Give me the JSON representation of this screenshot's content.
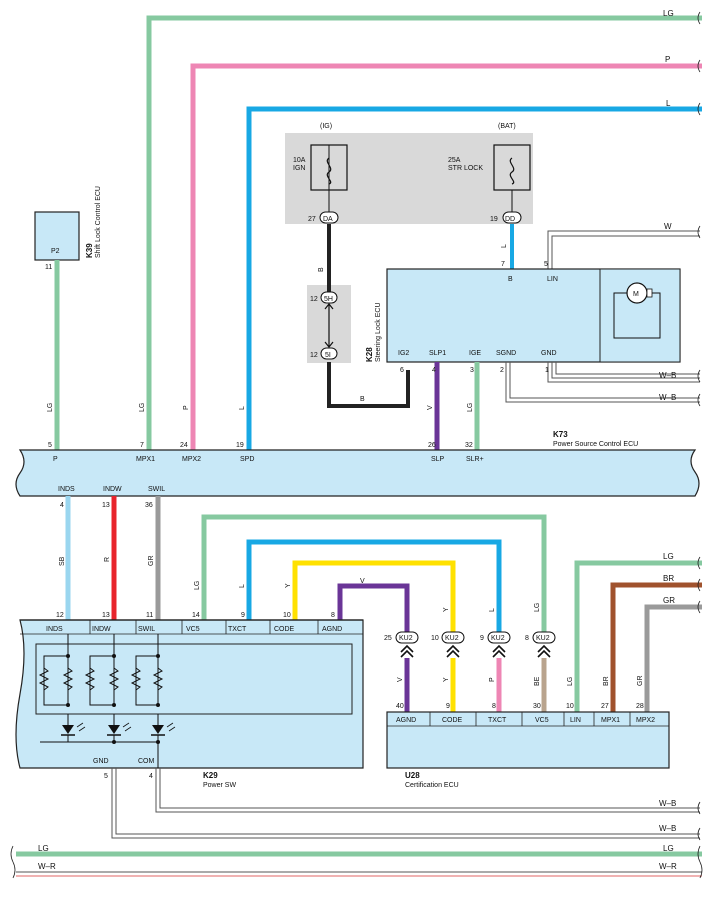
{
  "wire_codes": {
    "lg": "LG",
    "p": "P",
    "l": "L",
    "w": "W",
    "b": "B",
    "v": "V",
    "wb": "W–B",
    "sb": "SB",
    "r": "R",
    "gr": "GR",
    "y": "Y",
    "be": "BE",
    "br": "BR",
    "wr": "W–R"
  },
  "colors": {
    "LG": "#86c9a0",
    "P": "#ee86b4",
    "L": "#18a8e4",
    "B": "#222222",
    "V": "#6a3597",
    "SB": "#9ad6ef",
    "R": "#e8242c",
    "GR": "#9a9a9a",
    "Y": "#ffe100",
    "BE": "#b9a48e",
    "BR": "#a0522d",
    "ecu_fill": "#c8e8f7",
    "fuse_box": "#d9d9d9"
  },
  "fuses": {
    "ign": {
      "supply": "(IG)",
      "rating": "10A",
      "name": "IGN",
      "pin": "27",
      "connector": "DA"
    },
    "str": {
      "supply": "(BAT)",
      "rating": "25A",
      "name": "STR LOCK",
      "pin": "19",
      "connector": "DD"
    }
  },
  "junction": {
    "pin_top": "12",
    "conn_top": "5H",
    "pin_bottom": "12",
    "conn_bottom": "5I"
  },
  "k39": {
    "code": "K39",
    "name": "Shift Lock Control ECU",
    "terminal": "P2",
    "pin": "11"
  },
  "k28": {
    "code": "K28",
    "name": "Steering Lock ECU",
    "top_terms": {
      "b": "B",
      "lin": "LIN"
    },
    "top_pins": {
      "b": "7",
      "lin": "5"
    },
    "bottom_terms": {
      "ig2": "IG2",
      "slp1": "SLP1",
      "ige": "IGE",
      "sgnd": "SGND",
      "gnd": "GND"
    },
    "bottom_pins": {
      "ig2": "6",
      "slp1": "4",
      "ige": "3",
      "sgnd": "2",
      "gnd": "1"
    },
    "motor": "M"
  },
  "k73": {
    "code": "K73",
    "name": "Power Source Control ECU",
    "top_terms": {
      "p": "P",
      "mpx1": "MPX1",
      "mpx2": "MPX2",
      "spd": "SPD",
      "slp": "SLP",
      "slr": "SLR+"
    },
    "top_pins": {
      "p": "5",
      "mpx1": "7",
      "mpx2": "24",
      "spd": "19",
      "slp": "26",
      "slr": "32"
    },
    "bottom_terms": {
      "inds": "INDS",
      "indw": "INDW",
      "swil": "SWIL"
    },
    "bottom_pins": {
      "inds": "4",
      "indw": "13",
      "swil": "36"
    }
  },
  "k29": {
    "code": "K29",
    "name": "Power SW",
    "top_terms": {
      "inds": "INDS",
      "indw": "INDW",
      "swil": "SWIL",
      "vc5": "VC5",
      "txct": "TXCT",
      "code": "CODE",
      "agnd": "AGND"
    },
    "top_pins": {
      "inds": "12",
      "indw": "13",
      "swil": "11",
      "vc5": "14",
      "txct": "9",
      "code": "10",
      "agnd": "8"
    },
    "bottom_terms": {
      "gnd": "GND",
      "com": "COM"
    },
    "bottom_pins": {
      "gnd": "5",
      "com": "4"
    }
  },
  "u28": {
    "code": "U28",
    "name": "Certification ECU",
    "terms": {
      "agnd": "AGND",
      "code": "CODE",
      "txct": "TXCT",
      "vc5": "VC5",
      "lin": "LIN",
      "mpx1": "MPX1",
      "mpx2": "MPX2"
    },
    "pins": {
      "agnd": "40",
      "code": "9",
      "txct": "8",
      "vc5": "30",
      "lin": "10",
      "mpx1": "27",
      "mpx2": "28"
    }
  },
  "ku2": {
    "label": "KU2",
    "pins": {
      "agnd": "25",
      "code": "10",
      "txct": "9",
      "vc5": "8"
    }
  }
}
